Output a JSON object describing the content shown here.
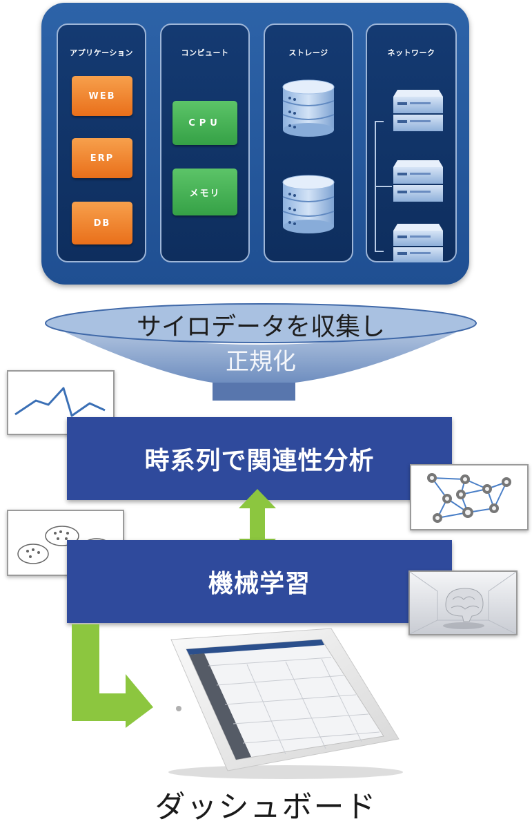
{
  "infrastructure": {
    "columns": [
      {
        "title": "アプリケーション",
        "items": [
          "WEB",
          "ERP",
          "DB"
        ]
      },
      {
        "title": "コンピュート",
        "items": [
          "CPU",
          "メモリ"
        ]
      },
      {
        "title": "ストレージ",
        "icon": "database-icon"
      },
      {
        "title": "ネットワーク",
        "icon": "server-icon"
      }
    ]
  },
  "funnel": {
    "line1": "サイロデータを収集し",
    "line2": "正規化"
  },
  "analysis": {
    "label": "時系列で関連性分析"
  },
  "ml": {
    "label": "機械学習"
  },
  "dashboard": {
    "label": "ダッシュボード"
  },
  "colors": {
    "panel": "#2d63a8",
    "bar": "#2f4a9c",
    "arrow": "#8cc63f",
    "orange": "#e96f1a",
    "green": "#35a146"
  }
}
